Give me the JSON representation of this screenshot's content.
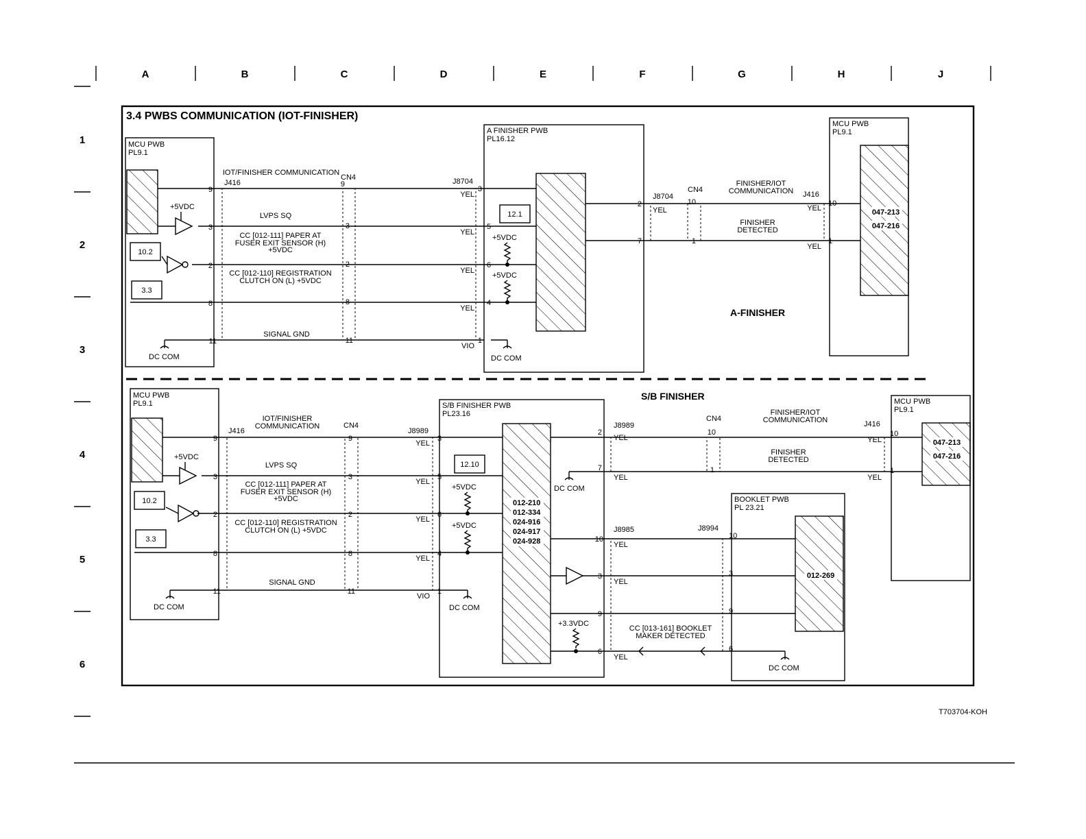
{
  "page": {
    "columns": [
      "A",
      "B",
      "C",
      "D",
      "E",
      "F",
      "G",
      "H",
      "J"
    ],
    "rows": [
      "1",
      "2",
      "3",
      "4",
      "5",
      "6"
    ],
    "figure_id": "T703704-KOH"
  },
  "title": "3.4 PWBS COMMUNICATION (IOT-FINISHER)",
  "a_section": {
    "label": "A-FINISHER",
    "mcu_left": {
      "name": "MCU PWB",
      "part": "PL9.1"
    },
    "finisher_pwb": {
      "name": "A FINISHER PWB",
      "part": "PL16.12"
    },
    "mcu_right": {
      "name": "MCU PWB",
      "part": "PL9.1",
      "codes": [
        "047-213",
        "047-216"
      ]
    },
    "connectors": {
      "j416": "J416",
      "cn4": "CN4",
      "j8704": "J8704",
      "j8704b": "J8704",
      "cn4b": "CN4",
      "j416b": "J416"
    },
    "signals": [
      "IOT/FINISHER COMMUNICATION",
      "LVPS SQ",
      "CC [012-111] PAPER AT FUSER EXIT SENSOR (H) +5VDC",
      "CC [012-110] REGISTRATION CLUTCH ON (L) +5VDC",
      "SIGNAL GND"
    ],
    "pins": [
      "9",
      "3",
      "2",
      "8",
      "11"
    ],
    "pins_j8704": [
      "3",
      "5",
      "6",
      "4",
      "1"
    ],
    "wire_colors": [
      "YEL",
      "YEL",
      "YEL",
      "YEL",
      "VIO"
    ],
    "supply": "+5VDC",
    "refs": [
      "10.2",
      "3.3",
      "12.1"
    ],
    "right_signals": [
      "FINISHER/IOT COMMUNICATION",
      "FINISHER DETECTED"
    ],
    "right_pins_pwb": [
      "2",
      "7"
    ],
    "right_pins_cn4": [
      "10",
      "1"
    ],
    "right_pins_j416": [
      "10",
      "1"
    ],
    "yel": "YEL",
    "dc_com": "DC COM"
  },
  "sb_section": {
    "label": "S/B FINISHER",
    "mcu_left": {
      "name": "MCU PWB",
      "part": "PL9.1"
    },
    "finisher_pwb": {
      "name": "S/B FINISHER PWB",
      "part": "PL23.16",
      "codes": [
        "012-210",
        "012-334",
        "024-916",
        "024-917",
        "024-928"
      ]
    },
    "mcu_right": {
      "name": "MCU PWB",
      "part": "PL9.1",
      "codes": [
        "047-213",
        "047-216"
      ]
    },
    "booklet_pwb": {
      "name": "BOOKLET PWB",
      "part": "PL 23.21",
      "code": "012-269"
    },
    "connectors": {
      "j416": "J416",
      "cn4": "CN4",
      "j8989": "J8989",
      "j8989b": "J8989",
      "cn4b": "CN4",
      "j416b": "J416",
      "j8985": "J8985",
      "j8994": "J8994"
    },
    "signals": [
      "IOT/FINISHER COMMUNICATION",
      "LVPS SQ",
      "CC [012-111] PAPER AT FUSER EXIT SENSOR (H) +5VDC",
      "CC [012-110] REGISTRATION CLUTCH ON (L) +5VDC",
      "SIGNAL GND"
    ],
    "pins": [
      "9",
      "3",
      "2",
      "8",
      "11"
    ],
    "pins_j8989": [
      "3",
      "5",
      "6",
      "4",
      "1"
    ],
    "wire_colors": [
      "YEL",
      "YEL",
      "YEL",
      "YEL",
      "VIO"
    ],
    "supply": "+5VDC",
    "supply33": "+3.3VDC",
    "refs": [
      "10.2",
      "3.3",
      "12.10"
    ],
    "right_signals": [
      "FINISHER/IOT COMMUNICATION",
      "FINISHER DETECTED"
    ],
    "booklet_signal": "CC [013-161] BOOKLET MAKER DETECTED",
    "right_pins_pwb": [
      "2",
      "7"
    ],
    "right_pins_cn4": [
      "10",
      "1"
    ],
    "right_pins_j416": [
      "10",
      "1"
    ],
    "booklet_pins": [
      "10",
      "3",
      "9",
      "6"
    ],
    "yel": "YEL",
    "dc_com": "DC COM"
  }
}
